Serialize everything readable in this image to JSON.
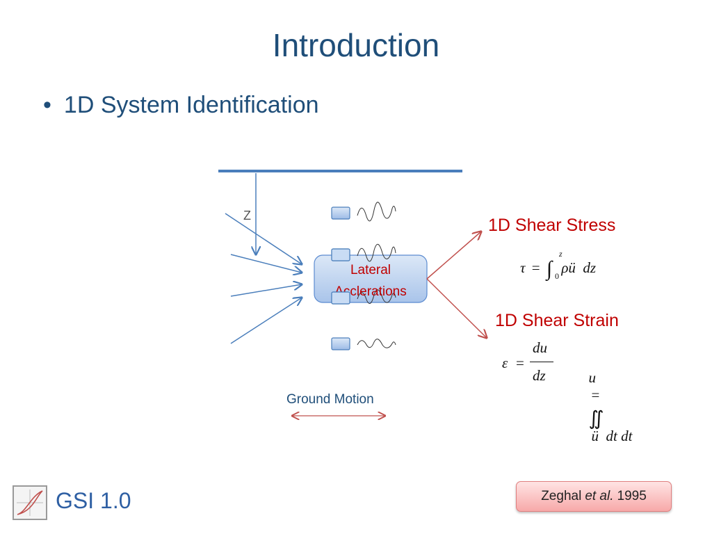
{
  "slide": {
    "title": "Introduction",
    "bullet": "1D System Identification"
  },
  "diagram": {
    "z_label": "Z",
    "lateral_line1": "Lateral",
    "lateral_line2": "Acclerations",
    "ground_motion": "Ground Motion",
    "stress_title": "1D Shear Stress",
    "strain_title": "1D Shear Strain"
  },
  "equations": {
    "stress": {
      "lhs": "τ",
      "eq": "=",
      "int": "∫",
      "upper": "z",
      "lower": "0",
      "body": "ρü  dz"
    },
    "strain": {
      "lhs": "ε",
      "eq": "=",
      "num": "du",
      "den": "dz"
    },
    "displacement": {
      "lhs": "u",
      "eq": "=",
      "int": "∬",
      "body": "ü  dt dt"
    }
  },
  "footer": {
    "brand": "GSI 1.0",
    "ref_prefix": "Zeghal",
    "ref_italic": "et al.",
    "ref_year": "1995"
  },
  "colors": {
    "title": "#1f4e79",
    "red": "#c00000",
    "arrow_blue": "#4a7ebb",
    "box_fill": "#c6d9f1",
    "box_border": "#5b8bd0"
  }
}
